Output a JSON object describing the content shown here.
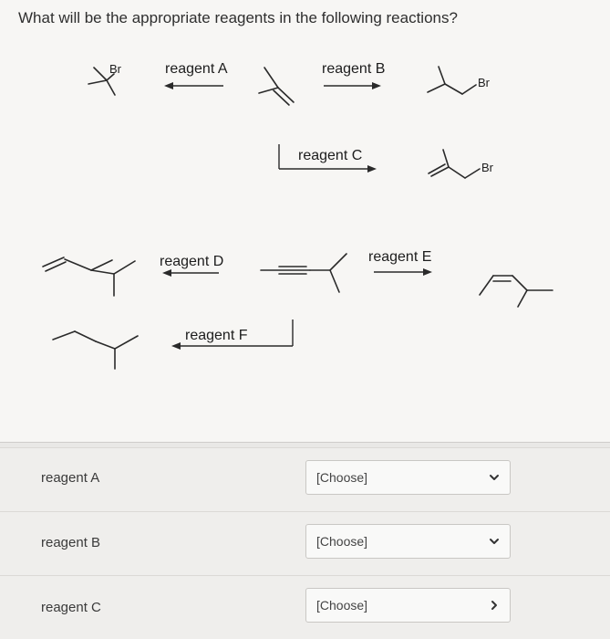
{
  "question": {
    "title": "What will be the appropriate reagents in the following reactions?"
  },
  "scheme": {
    "row1": {
      "reactant_left_label": "Br",
      "reagent_a": "reagent A",
      "reagent_b": "reagent B",
      "product_right_label": "Br",
      "reagent_c": "reagent C",
      "product_c_label": "Br"
    },
    "row2": {
      "reagent_d": "reagent D",
      "reagent_e": "reagent E",
      "reagent_f": "reagent F"
    }
  },
  "answers": [
    {
      "label": "reagent A",
      "selected": "[Choose]"
    },
    {
      "label": "reagent B",
      "selected": "[Choose]"
    },
    {
      "label": "reagent C",
      "selected": "[Choose]"
    }
  ],
  "icons": {
    "dropdown": "chevron-down-icon",
    "dropdown_last": "chevron-right-icon"
  }
}
